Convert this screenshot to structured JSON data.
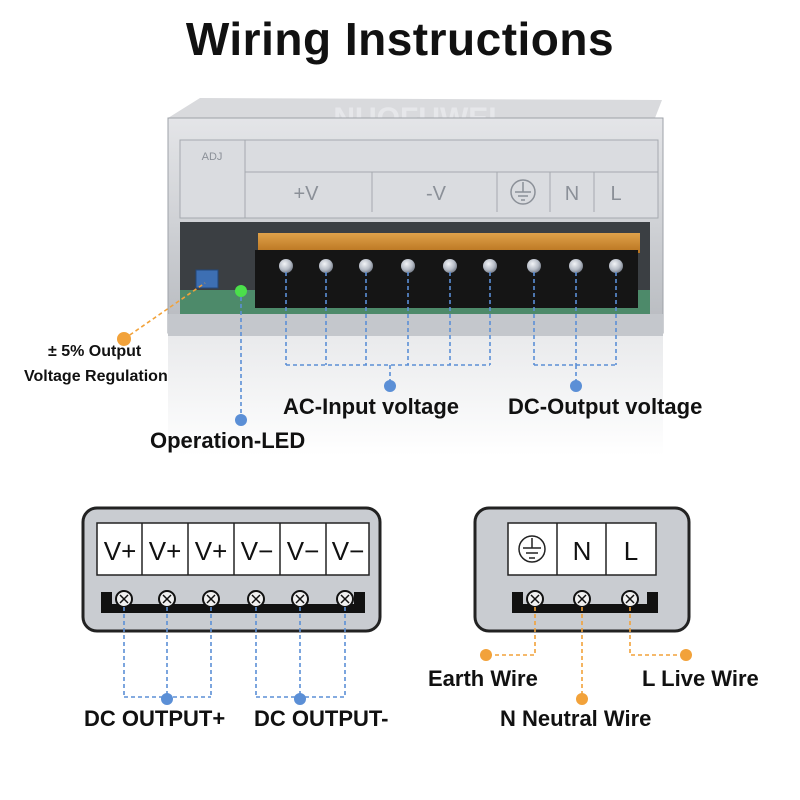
{
  "title": "Wiring Instructions",
  "device": {
    "brand_watermark": "NUOFUWEI",
    "adj_label": "ADJ",
    "top_labels": {
      "plus_v": "+V",
      "minus_v": "-V",
      "n": "N",
      "l": "L"
    }
  },
  "callouts": {
    "voltage_regulation_line1": "± 5%  Output",
    "voltage_regulation_line2": "Voltage Regulation",
    "ac_input": "AC-Input voltage",
    "dc_output": "DC-Output voltage",
    "operation_led": "Operation-LED"
  },
  "dc_panel": {
    "terminals": [
      "V+",
      "V+",
      "V+",
      "V−",
      "V−",
      "V−"
    ],
    "output_plus": "DC OUTPUT+",
    "output_minus": "DC OUTPUT-"
  },
  "ac_panel": {
    "terminals": [
      "ground-icon",
      "N",
      "L"
    ],
    "n_text": "N",
    "l_text": "L",
    "earth": "Earth Wire",
    "neutral": "N Neutral Wire",
    "live": "L Live Wire"
  },
  "colors": {
    "blue_leader": "#5b8fd6",
    "orange_leader": "#f2a23a",
    "panel_fill": "#c9ccd1",
    "panel_border": "#222222",
    "terminal_block": "#111111",
    "bracket": "#d4892e"
  }
}
